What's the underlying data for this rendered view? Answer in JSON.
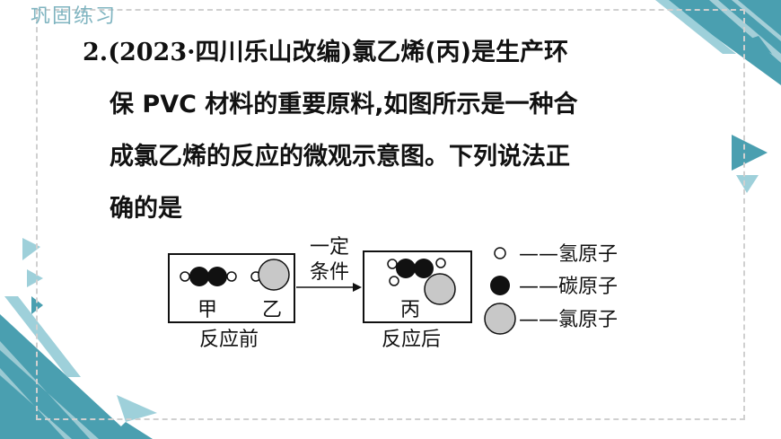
{
  "header": {
    "title": "巩固练习"
  },
  "question": {
    "number": "2.",
    "source": "(2023·四川乐山改编)",
    "line1_text": "氯乙烯(丙)是生产环",
    "line2": "保 PVC 材料的重要原料,如图所示是一种合",
    "line3": "成氯乙烯的反应的微观示意图。下列说法正",
    "line4": "确的是"
  },
  "diagram": {
    "before_label_a": "甲",
    "before_label_b": "乙",
    "before_caption": "反应前",
    "condition_top": "一定",
    "condition_bottom": "条件",
    "after_label": "丙",
    "after_caption": "反应后",
    "legend": [
      {
        "symbol": "—— ",
        "name": "氢原子"
      },
      {
        "symbol": "—— ",
        "name": "碳原子"
      },
      {
        "symbol": "—— ",
        "name": "氯原子"
      }
    ]
  },
  "colors": {
    "accent": "#4a9fb0",
    "accent_light": "#9ed0da",
    "frame": "#d0d0d0"
  }
}
